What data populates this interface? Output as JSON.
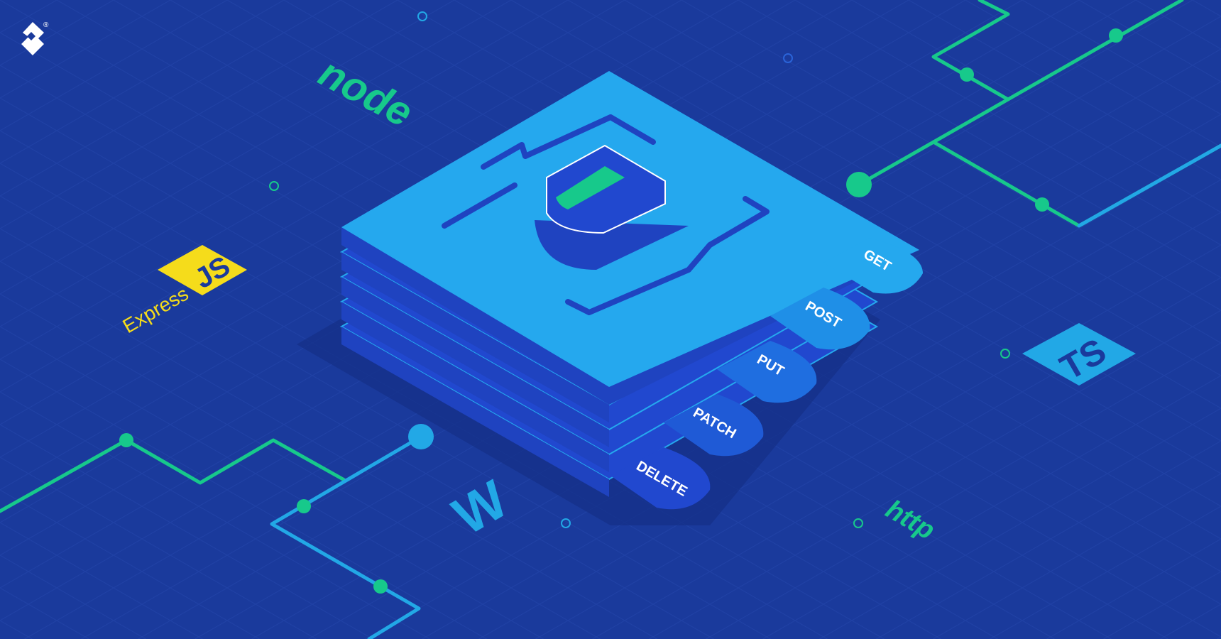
{
  "brand": {
    "registered": "®"
  },
  "labels": {
    "node_logo": "node",
    "js_badge": "JS",
    "express": "Express",
    "ts_badge": "TS",
    "http": "http",
    "webstorm_logo": "W"
  },
  "methods": [
    "GET",
    "POST",
    "PUT",
    "PATCH",
    "DELETE"
  ],
  "colors": {
    "background": "#1a3a9c",
    "green": "#17c98b",
    "cyan": "#22a8e6",
    "top_layer": "#25a8ee",
    "layer_side": "#2148cf",
    "js_yellow": "#f5dc1b"
  }
}
